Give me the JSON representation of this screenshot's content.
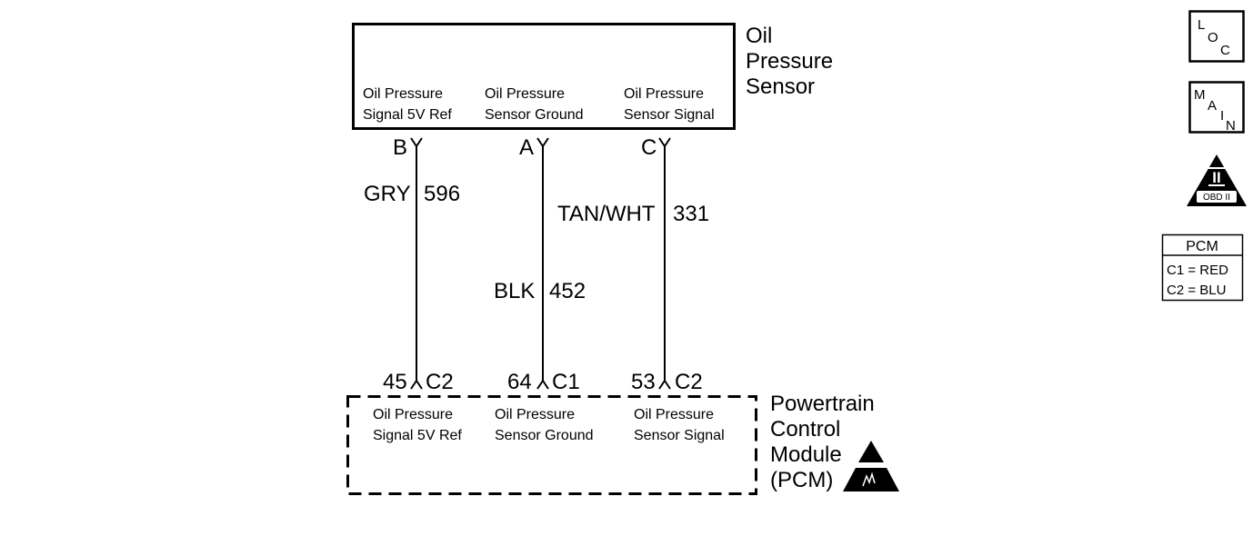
{
  "sensor": {
    "name_lines": [
      "Oil",
      "Pressure",
      "Sensor"
    ],
    "terminals": [
      {
        "pin": "B",
        "line1": "Oil Pressure",
        "line2": "Signal 5V Ref"
      },
      {
        "pin": "A",
        "line1": "Oil Pressure",
        "line2": "Sensor Ground"
      },
      {
        "pin": "C",
        "line1": "Oil Pressure",
        "line2": "Sensor Signal"
      }
    ]
  },
  "wires": [
    {
      "color": "GRY",
      "circuit": "596"
    },
    {
      "color": "BLK",
      "circuit": "452"
    },
    {
      "color": "TAN/WHT",
      "circuit": "331"
    }
  ],
  "pcm": {
    "name_lines": [
      "Powertrain",
      "Control",
      "Module",
      "(PCM)"
    ],
    "terminals": [
      {
        "pin": "45",
        "connector": "C2",
        "line1": "Oil Pressure",
        "line2": "Signal 5V Ref"
      },
      {
        "pin": "64",
        "connector": "C1",
        "line1": "Oil Pressure",
        "line2": "Sensor Ground"
      },
      {
        "pin": "53",
        "connector": "C2",
        "line1": "Oil Pressure",
        "line2": "Sensor Signal"
      }
    ]
  },
  "icons": {
    "loc": {
      "icon": "component-location-icon",
      "letters": [
        "L",
        "O",
        "C"
      ]
    },
    "main": {
      "icon": "main-menu-icon",
      "letters": [
        "M",
        "A",
        "I",
        "N"
      ]
    },
    "obd": {
      "icon": "obd-ii-icon",
      "numeral": "II",
      "label": "OBD II"
    },
    "esd": {
      "icon": "esd-sensitive-warning-icon"
    }
  },
  "connector_colors": {
    "header": "PCM",
    "rows": [
      "C1 = RED",
      "C2 = BLU"
    ]
  },
  "colors": {
    "ink": "#000000",
    "background": "#ffffff"
  }
}
